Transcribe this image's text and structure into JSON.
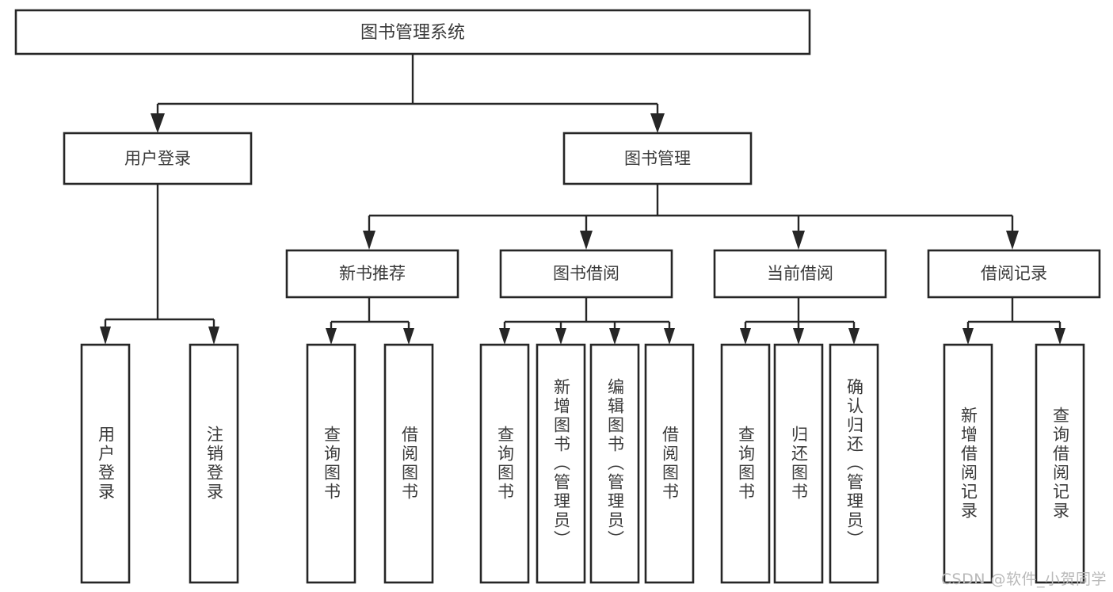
{
  "diagram": {
    "type": "tree-hierarchy",
    "orientation": "top-down",
    "title": "图书管理系统",
    "watermark": "CSDN @软件_小贺同学",
    "colors": {
      "box_stroke": "#262626",
      "box_fill": "#ffffff",
      "text": "#3a3a3a",
      "connector": "#262626",
      "background": "#ffffff",
      "watermark": "#b9b9b9"
    },
    "levels": {
      "root": "图书管理系统",
      "level2": [
        "用户登录",
        "图书管理"
      ],
      "level3": [
        "新书推荐",
        "图书借阅",
        "当前借阅",
        "借阅记录"
      ]
    },
    "nodes": {
      "root": {
        "label": "图书管理系统"
      },
      "user_login": {
        "label": "用户登录"
      },
      "book_manage": {
        "label": "图书管理"
      },
      "new_book_rec": {
        "label": "新书推荐"
      },
      "book_borrow": {
        "label": "图书借阅"
      },
      "current_borrow": {
        "label": "当前借阅"
      },
      "borrow_record": {
        "label": "借阅记录"
      }
    },
    "leaves": {
      "user_login": [
        "用户登录",
        "注销登录"
      ],
      "new_book_rec": [
        "查询图书",
        "借阅图书"
      ],
      "book_borrow": [
        "查询图书",
        "新增图书（管理员）",
        "编辑图书（管理员）",
        "借阅图书"
      ],
      "current_borrow": [
        "查询图书",
        "归还图书",
        "确认归还（管理员）"
      ],
      "borrow_record": [
        "新增借阅记录",
        "查询借阅记录"
      ]
    }
  }
}
